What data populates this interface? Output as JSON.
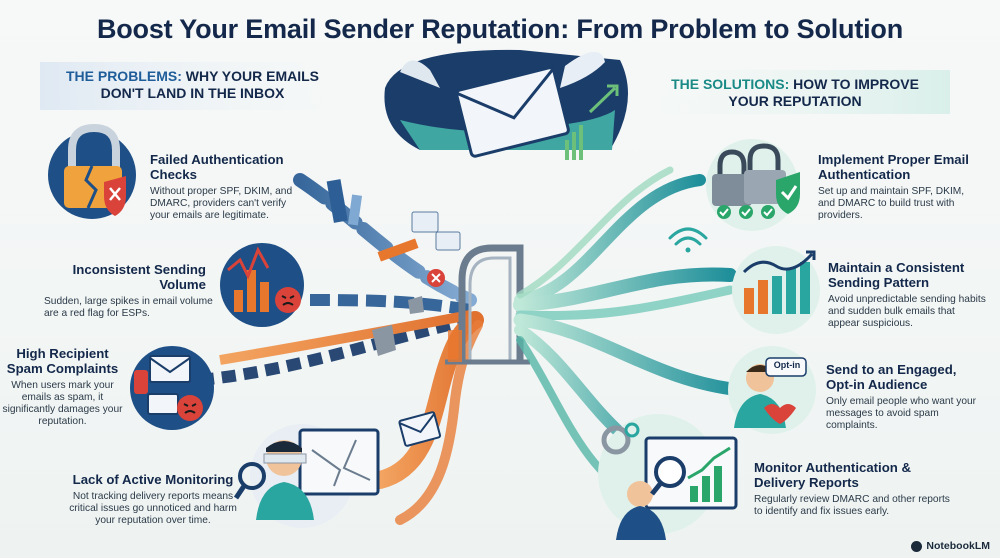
{
  "title": "Boost Your Email Sender Reputation: From Problem to Solution",
  "problems_header": {
    "accent": "THE PROBLEMS:",
    "rest": " WHY YOUR EMAILS DON'T LAND IN THE INBOX"
  },
  "solutions_header": {
    "accent": "THE SOLUTIONS:",
    "rest": " HOW TO IMPROVE YOUR REPUTATION"
  },
  "problems": [
    {
      "title": "Failed Authentication Checks",
      "body": "Without proper SPF, DKIM, and DMARC, providers can't verify your emails are legitimate."
    },
    {
      "title": "Inconsistent Sending Volume",
      "body": "Sudden, large spikes in email volume are a red flag for ESPs."
    },
    {
      "title": "High Recipient Spam Complaints",
      "body": "When users mark your emails as spam, it significantly damages your reputation."
    },
    {
      "title": "Lack of Active Monitoring",
      "body": "Not tracking delivery reports means critical issues go unnoticed and harm your reputation over time."
    }
  ],
  "solutions": [
    {
      "title": "Implement Proper Email Authentication",
      "body": "Set up and maintain SPF, DKIM, and DMARC to build trust with providers."
    },
    {
      "title": "Maintain a Consistent Sending Pattern",
      "body": "Avoid unpredictable sending habits and sudden bulk emails that appear suspicious."
    },
    {
      "title": "Send to an Engaged, Opt-in Audience",
      "body": "Only email people who want your messages to avoid spam complaints."
    },
    {
      "title": "Monitor Authentication & Delivery Reports",
      "body": "Regularly review DMARC and other reports to identify and fix issues early."
    }
  ],
  "optin_tag": "Opt-in",
  "brand": "NotebookLM",
  "colors": {
    "navy": "#13284a",
    "orange": "#e8772e",
    "teal": "#2aa6a0",
    "green": "#6cc07a",
    "red": "#d9433a"
  }
}
